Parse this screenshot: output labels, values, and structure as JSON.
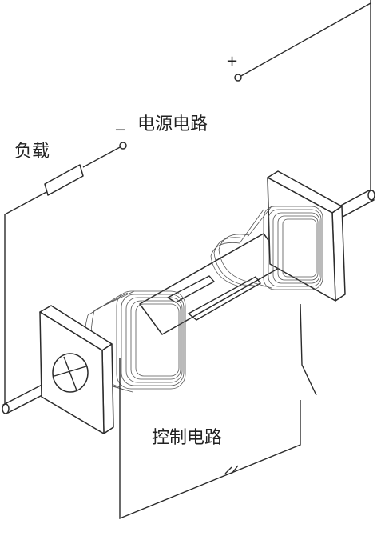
{
  "labels": {
    "load": "负载",
    "power_circuit": "电源电路",
    "control_circuit": "控制电路",
    "plus": "+",
    "minus": "−"
  },
  "colors": {
    "line": "#2b2b2b",
    "coil": "#555555",
    "background": "#ffffff"
  }
}
